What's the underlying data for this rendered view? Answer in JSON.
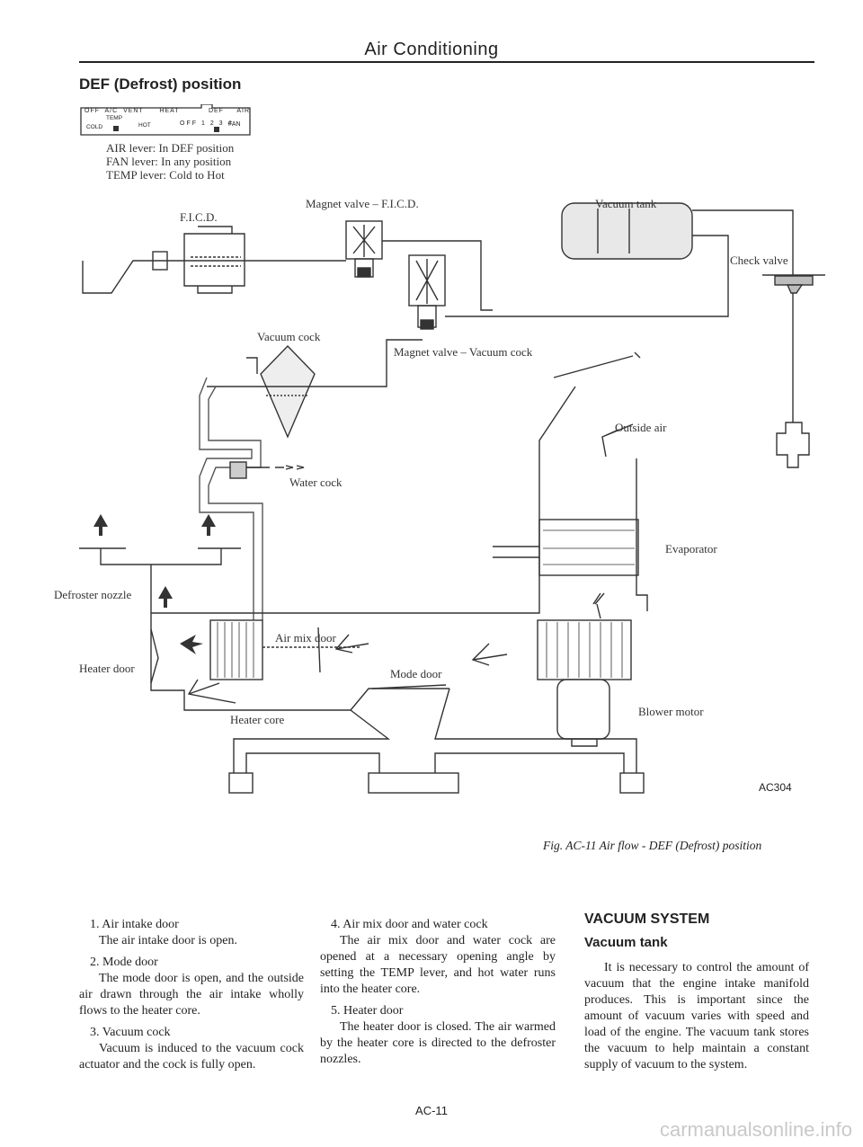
{
  "header": {
    "title": "Air Conditioning"
  },
  "section": {
    "title": "DEF (Defrost) position"
  },
  "control_panel": {
    "top_labels": [
      "OFF",
      "A/C",
      "VENT",
      "HEAT",
      "DEF",
      "AIR"
    ],
    "temp_label": "TEMP",
    "cold_label": "COLD",
    "hot_label": "HOT",
    "fan_scale": [
      "OFF",
      "1",
      "2",
      "3",
      "4"
    ],
    "fan_label": "FAN"
  },
  "levers": [
    "AIR lever: In DEF position",
    "FAN lever: In any position",
    "TEMP lever: Cold to Hot"
  ],
  "diagram_labels": {
    "ficd": "F.I.C.D.",
    "magnet_valve_ficd": "Magnet valve – F.I.C.D.",
    "vacuum_tank": "Vacuum tank",
    "check_valve": "Check valve",
    "vacuum_cock": "Vacuum cock",
    "magnet_valve_vacuum_cock": "Magnet valve – Vacuum cock",
    "outside_air": "Outside air",
    "water_cock": "Water cock",
    "evaporator": "Evaporator",
    "defroster_nozzle": "Defroster nozzle",
    "air_mix_door": "Air mix door",
    "heater_door": "Heater door",
    "mode_door": "Mode door",
    "heater_core": "Heater core",
    "blower_motor": "Blower motor"
  },
  "figure": {
    "code": "AC304",
    "caption": "Fig. AC-11 Air flow - DEF (Defrost) position"
  },
  "items": [
    {
      "title": "1.  Air intake door",
      "body": "The air intake door is open."
    },
    {
      "title": "2.  Mode door",
      "body": "The mode door is open, and the outside air drawn through the air intake wholly flows to the heater core."
    },
    {
      "title": "3.  Vacuum cock",
      "body": "Vacuum is induced to the vacuum cock actuator and the cock is fully open."
    },
    {
      "title": "4.  Air mix door and water cock",
      "body": "The air mix door and water cock are opened at a necessary opening angle by setting the TEMP lever, and hot water runs into the heater core."
    },
    {
      "title": "5.  Heater door",
      "body": "The heater door is closed. The air warmed by the heater core is directed to the defroster nozzles."
    }
  ],
  "vacuum_system": {
    "heading": "VACUUM SYSTEM",
    "subheading": "Vacuum tank",
    "body": "It is necessary to control the amount of vacuum that the engine intake manifold produces. This is important since the amount of vacuum varies with speed and load of the engine. The vacuum tank stores the vacuum to help maintain a constant supply of vacuum to the system."
  },
  "footer": {
    "page_number": "AC-11",
    "watermark": "carmanualsonline.info"
  }
}
